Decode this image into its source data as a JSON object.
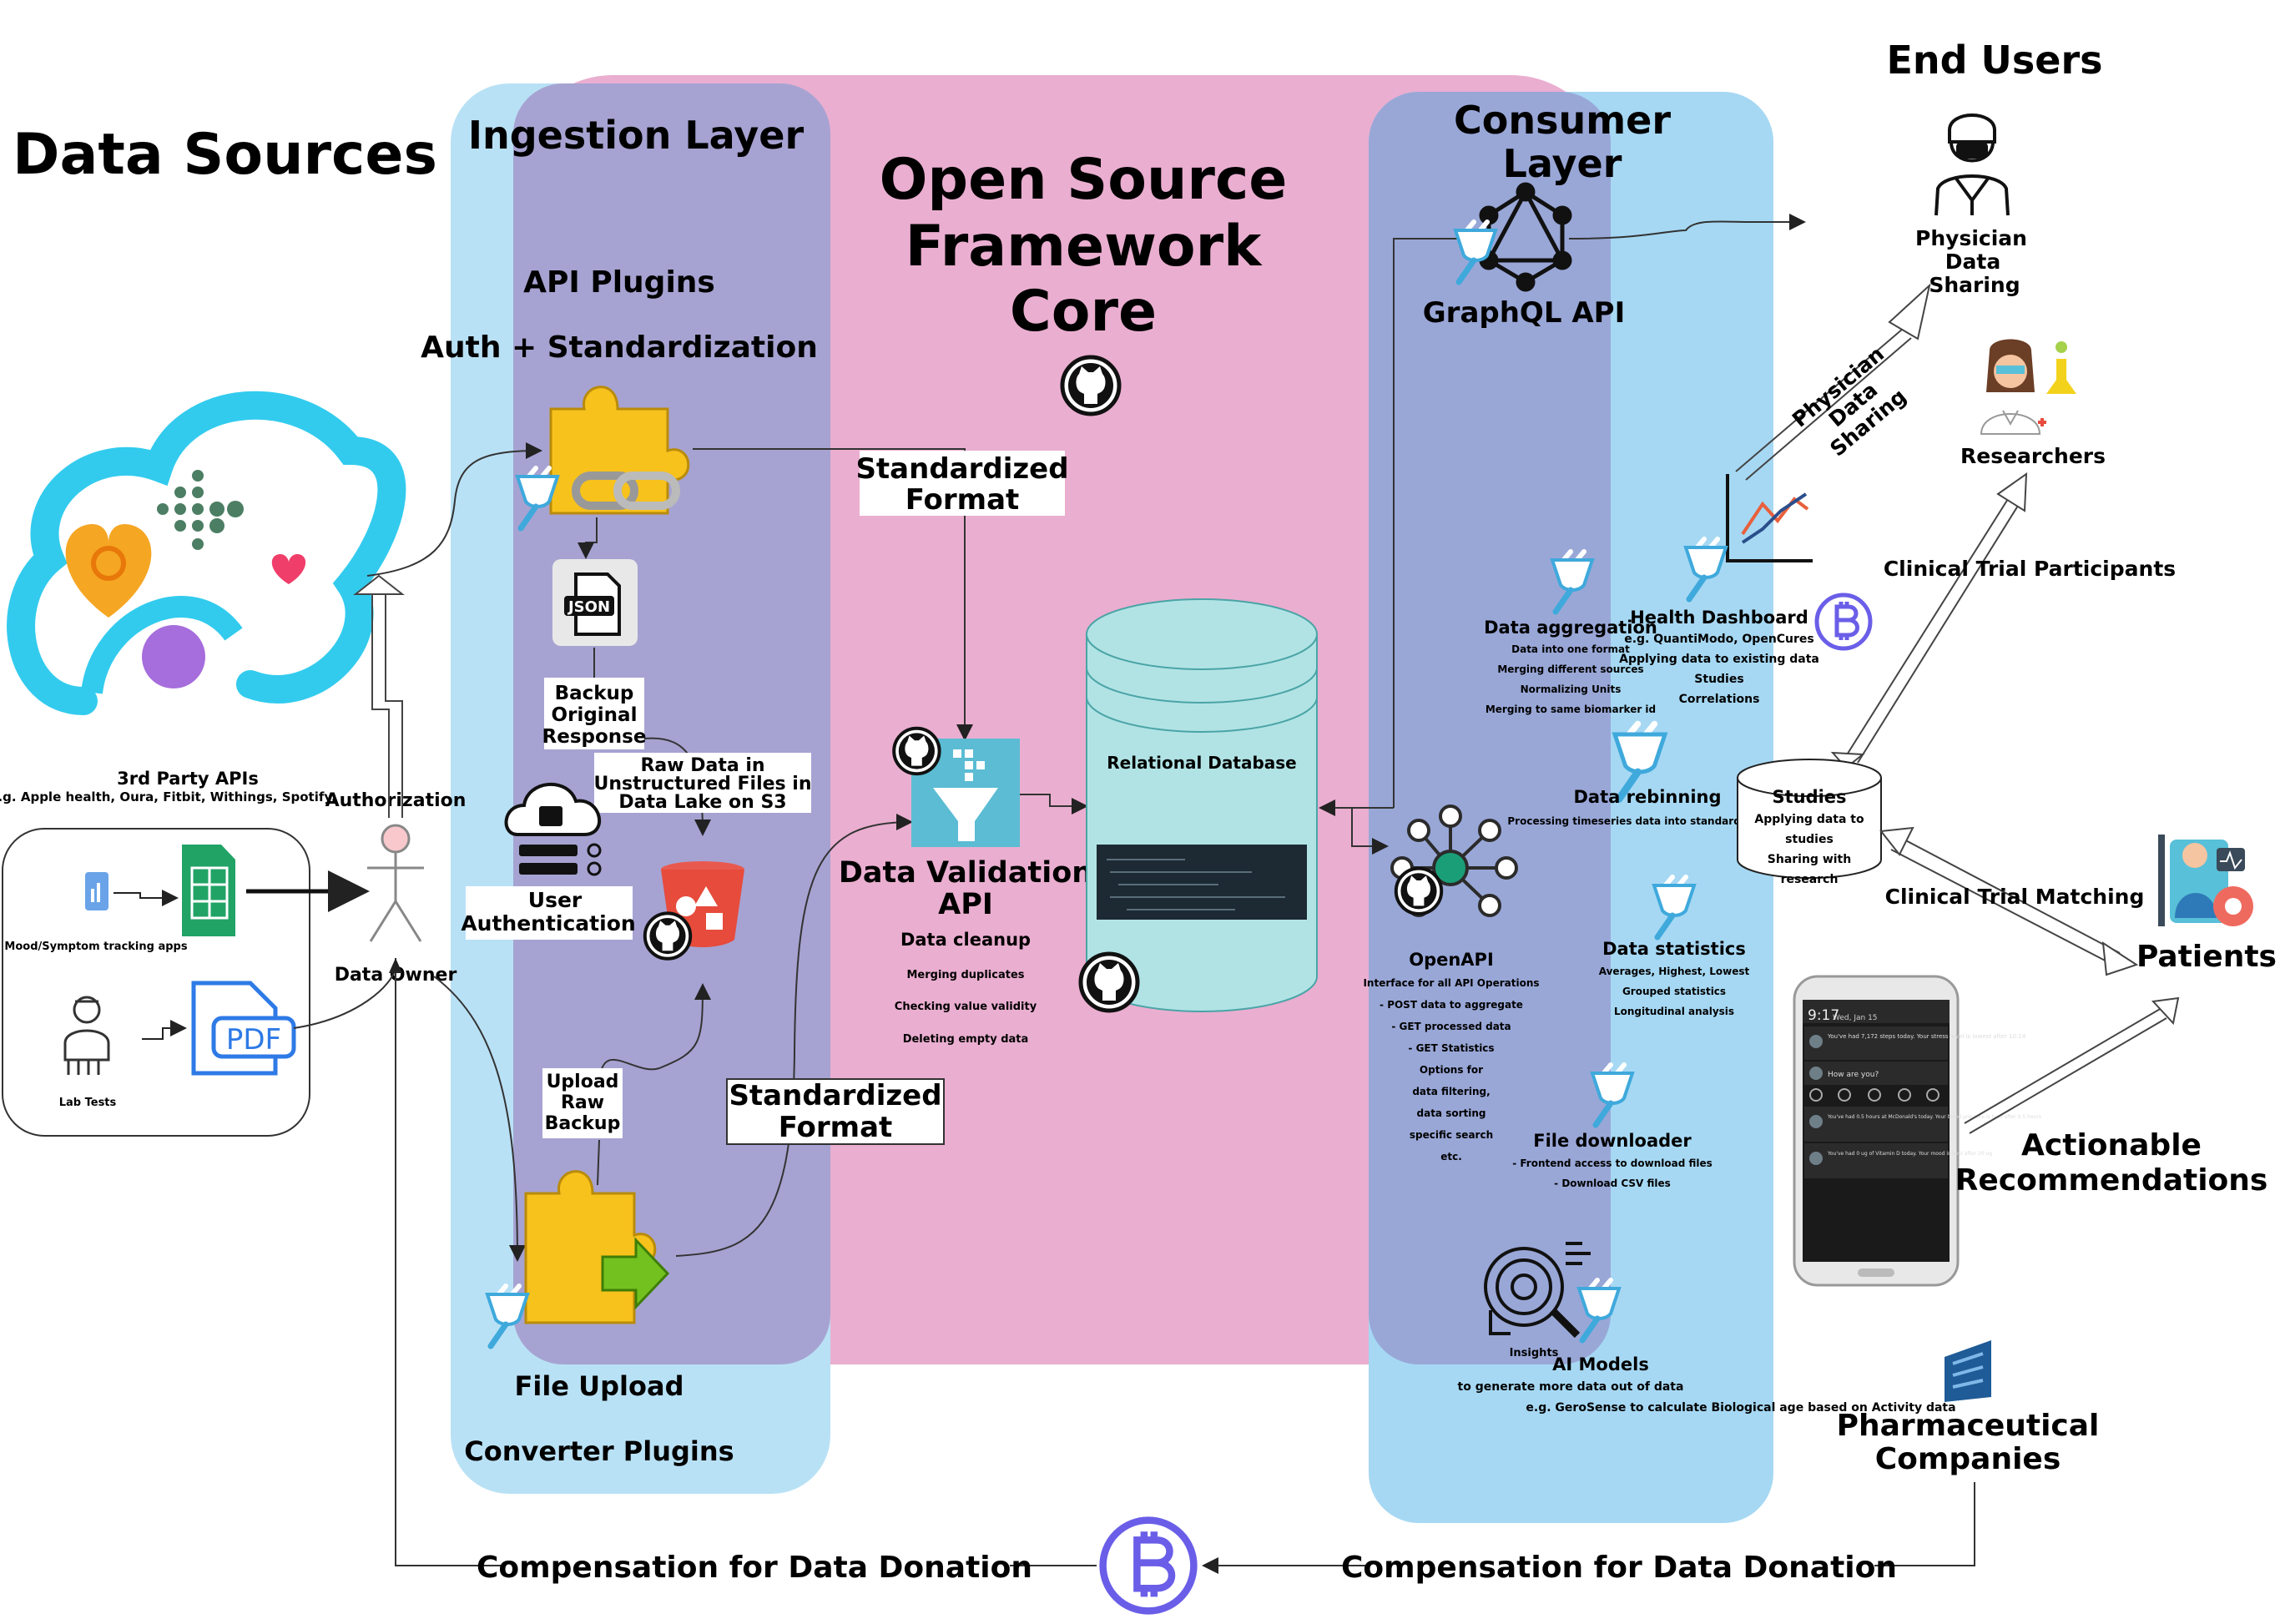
{
  "sections": {
    "data_sources": "Data Sources",
    "ingestion": "Ingestion Layer",
    "core": [
      "Open Source",
      "Framework",
      "Core"
    ],
    "consumer": [
      "Consumer",
      "Layer"
    ],
    "end_users": "End Users"
  },
  "ingestion": {
    "api_plugins": "API Plugins",
    "auth": "Auth + Standardization",
    "backup": [
      "Backup",
      "Original",
      "Response"
    ],
    "raw_data": [
      "Raw Data in",
      "Unstructured Files in",
      "Data Lake on S3"
    ],
    "user_auth": [
      "User",
      "Authentication"
    ],
    "upload": [
      "Upload",
      "Raw",
      "Backup"
    ],
    "file_upload": "File Upload",
    "converter": "Converter Plugins",
    "json_icon_text": "JSON"
  },
  "sources": {
    "apis_title": "3rd Party APIs",
    "apis_sub": "e.g. Apple health, Oura, Fitbit, Withings, Spotify,",
    "mood": "Mood/Symptom tracking apps",
    "lab": "Lab Tests",
    "pdf_text": "PDF",
    "authorization": "Authorization",
    "data_owner": "Data Owner"
  },
  "core": {
    "std_format_1": [
      "Standardized",
      "Format"
    ],
    "std_format_2": [
      "Standardized",
      "Format"
    ],
    "validation_title": [
      "Data Validation",
      "API"
    ],
    "validation_items": [
      "Data cleanup",
      "Merging duplicates",
      "Checking value validity",
      "Deleting empty data"
    ],
    "database": "Relational Database"
  },
  "consumer": {
    "graphql": "GraphQL API",
    "aggregation_title": "Data aggregation",
    "aggregation_items": [
      "Data into one format",
      "Merging different sources",
      "Normalizing Units",
      "Merging to same biomarker id"
    ],
    "rebinning_title": "Data rebinning",
    "rebinning_items": [
      "Processing timeseries data into standardized"
    ],
    "openapi_title": "OpenAPI",
    "openapi_items": [
      "Interface for all API Operations",
      "- POST data to aggregate",
      "- GET processed data",
      "- GET Statistics",
      "Options for",
      "data filtering,",
      "data sorting",
      "specific search",
      "etc."
    ],
    "statistics_title": "Data statistics",
    "statistics_items": [
      "Averages, Highest, Lowest",
      "Grouped statistics",
      "Longitudinal analysis"
    ],
    "downloader_title": "File downloader",
    "downloader_items": [
      "- Frontend access to download files",
      "- Download CSV files"
    ],
    "insights": "Insights",
    "ai_title": "AI Models",
    "ai_items": [
      "to generate more data out of data",
      "e.g. GeroSense to calculate Biological age based on Activity data"
    ],
    "dashboard_title": "Health Dashboard",
    "dashboard_items": [
      "e.g. QuantiModo, OpenCures",
      "Applying data to existing data",
      "Studies",
      "Correlations"
    ]
  },
  "end_users": {
    "physician": [
      "Physician",
      "Data",
      "Sharing"
    ],
    "physician_arrow": [
      "Physician",
      "Data",
      "Sharing"
    ],
    "researchers": "Researchers",
    "trial_participants": "Clinical Trial Participants",
    "studies_title": "Studies",
    "studies_items": [
      "Applying data to",
      "studies",
      "Sharing with",
      "research"
    ],
    "trial_matching": "Clinical Trial Matching",
    "patients": "Patients",
    "recommendations": [
      "Actionable",
      "Recommendations"
    ],
    "pharma": [
      "Pharmaceutical",
      "Companies"
    ]
  },
  "phone": {
    "time": "9:17",
    "date": "Wed, Jan 15",
    "messages": [
      "You've had 7,172 steps today. Your stress level is lowest after 10:14",
      "How are you?",
      "You've had 0.5 hours at McDonald's today. Your blood pressure is best after 0.5 hours",
      "You've had 0 ug of Vitamin D today. Your mood is best after 20 ug"
    ]
  },
  "footer": {
    "compensation_left": "Compensation for Data Donation",
    "compensation_right": "Compensation for Data Donation"
  },
  "colors": {
    "ingestion_band": "#b9e1f5",
    "core_band": "#e6a0c8",
    "consumer_band": "#a6d8f3",
    "overlap": "#a6a3d2",
    "database": "#b1e3e5",
    "bitcoin": "#6a5ee8",
    "github": "#111111"
  }
}
